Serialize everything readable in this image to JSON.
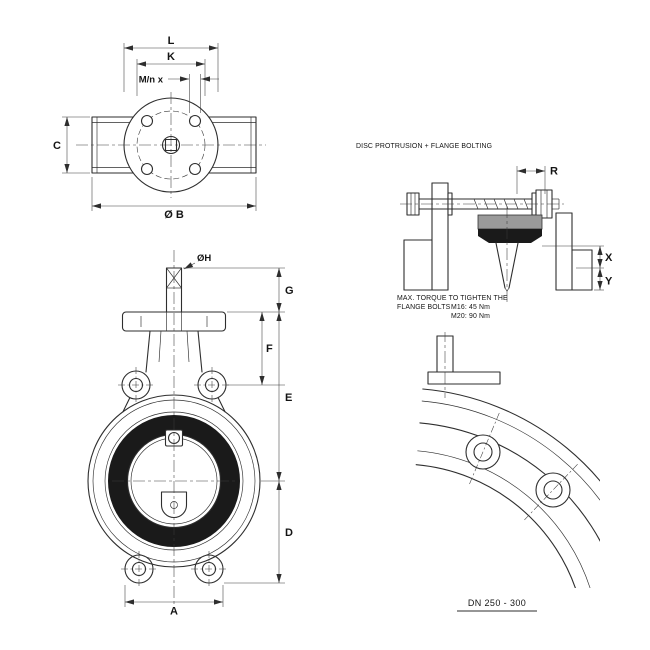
{
  "drawing": {
    "ink": "#2e2e2e",
    "seat_color": "#1a1a1a",
    "liner_gray": "#9a9a9a"
  },
  "top_view": {
    "dim_l": "L",
    "dim_k": "K",
    "dim_m": "M/n x",
    "dim_c": "C",
    "dim_b": "Ø B"
  },
  "front_view": {
    "dim_h": "ØH",
    "dim_g": "G",
    "dim_f": "F",
    "dim_e": "E",
    "dim_d": "D",
    "dim_a": "A"
  },
  "detail_view": {
    "title": "DISC PROTRUSION + FLANGE BOLTING",
    "dim_r": "R",
    "dim_x": "X",
    "dim_y": "Y",
    "note_line1": "MAX. TORQUE TO TIGHTEN THE",
    "note_line2": "FLANGE BOLTS",
    "note_m16": "M16: 45 Nm",
    "note_m20": "M20: 90 Nm"
  },
  "dn_view": {
    "label": "DN 250 - 300"
  }
}
